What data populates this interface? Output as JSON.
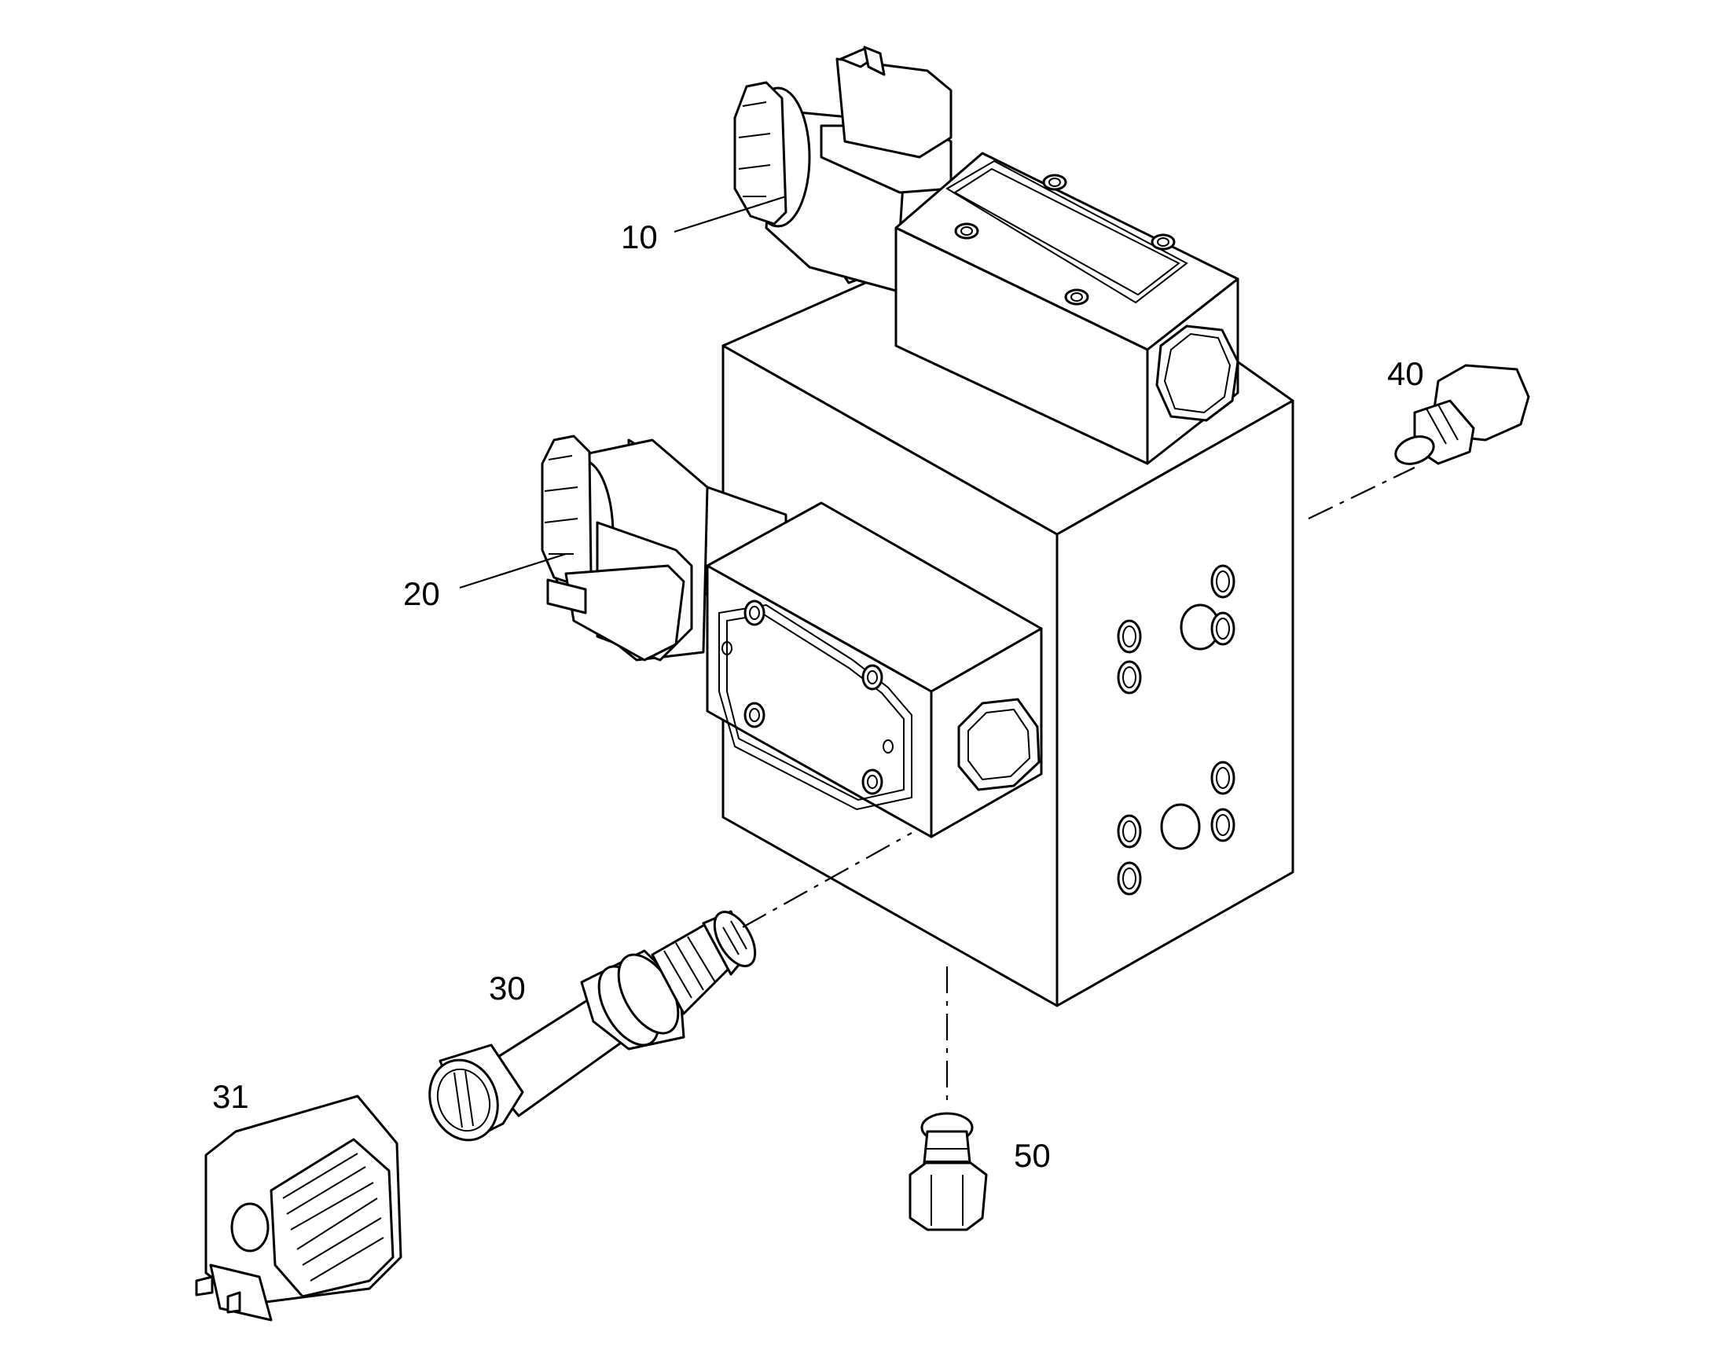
{
  "callouts": [
    {
      "id": "10",
      "text": "10"
    },
    {
      "id": "20",
      "text": "20"
    },
    {
      "id": "30",
      "text": "30"
    },
    {
      "id": "31",
      "text": "31"
    },
    {
      "id": "40",
      "text": "40"
    },
    {
      "id": "50",
      "text": "50"
    }
  ]
}
